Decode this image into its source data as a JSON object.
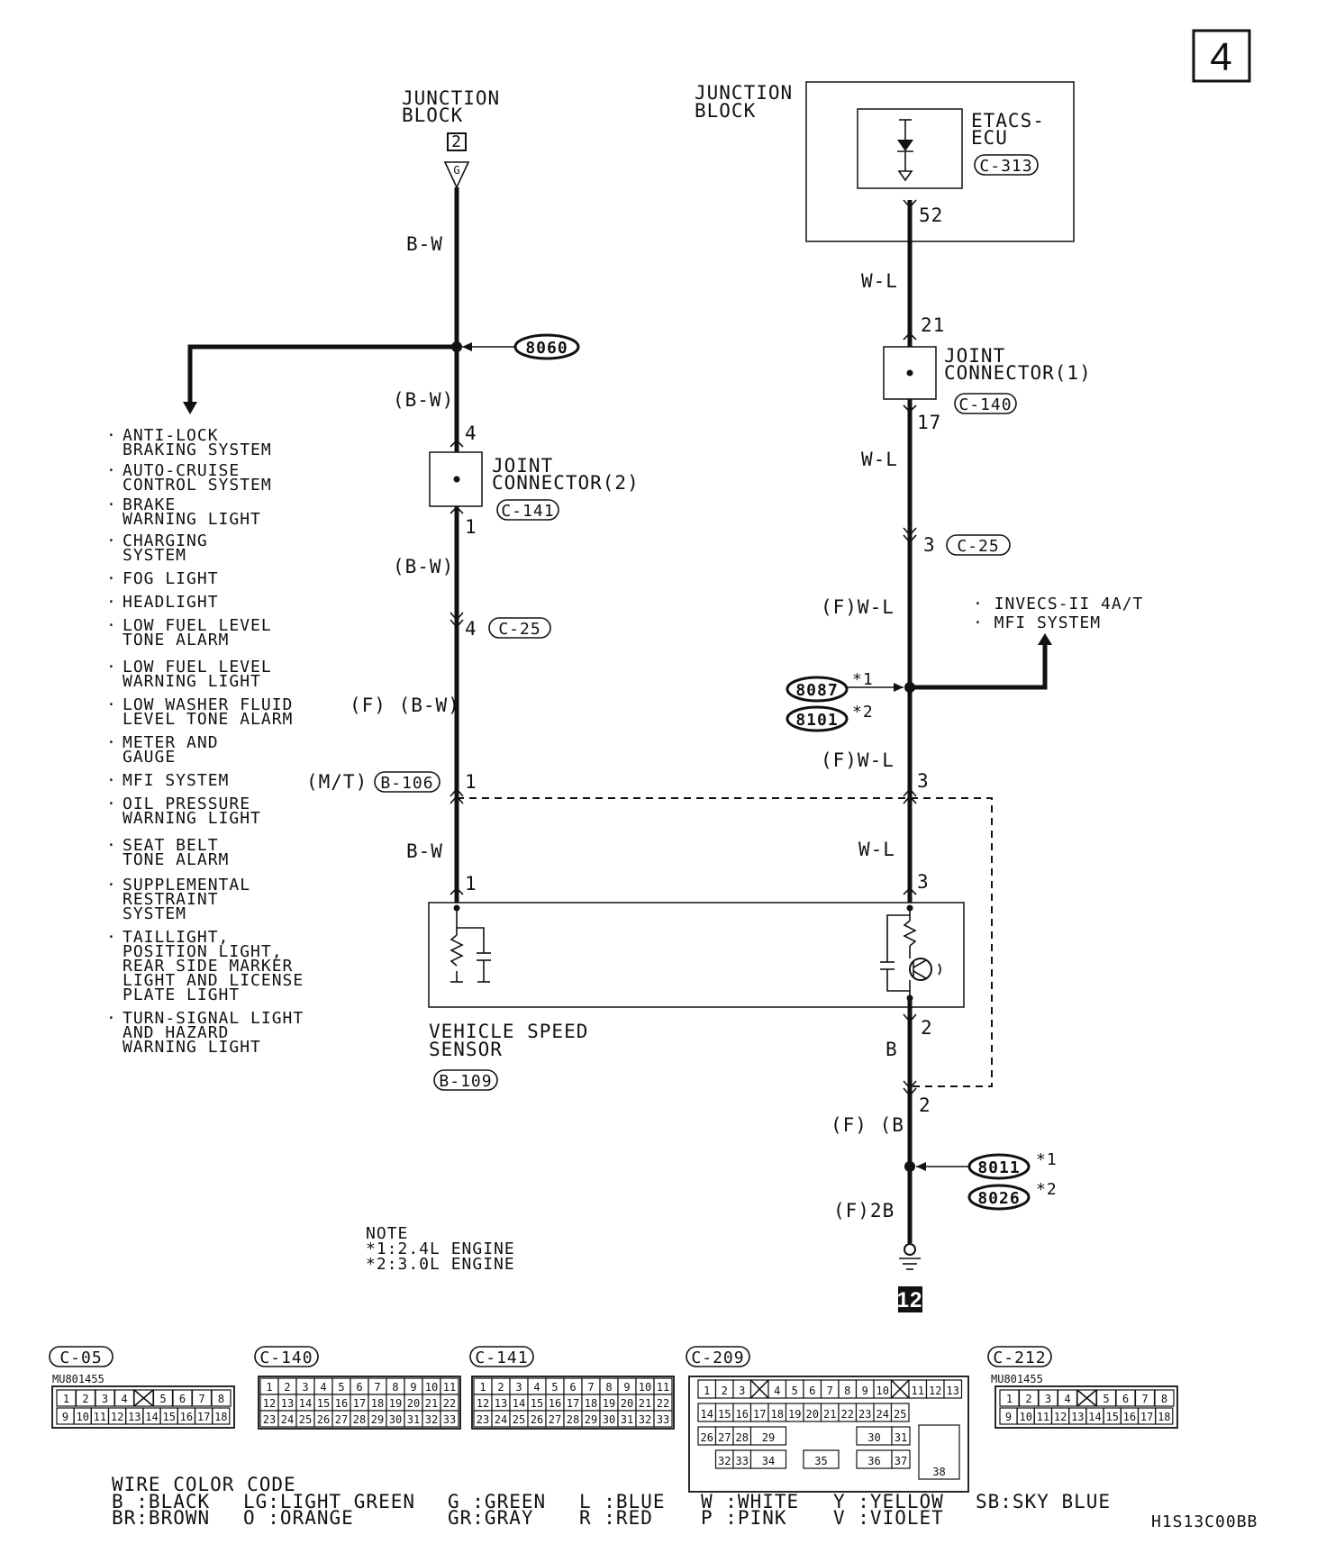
{
  "page_number": "4",
  "left_circuit": {
    "junction_block": [
      "JUNCTION",
      "BLOCK"
    ],
    "jb_connector": "2",
    "jb_terminal": "G",
    "wire_top": "B-W",
    "splice": "8060",
    "wire_after_splice": "(B-W)",
    "joint_pin_in": "4",
    "joint_label": [
      "JOINT",
      "CONNECTOR(2)"
    ],
    "joint_connector": "C-141",
    "joint_pin_out": "1",
    "wire_after_joint": "(B-W)",
    "c25_pin": "4",
    "c25_label": "C-25",
    "wire_f": "(F) (B-W)",
    "mt_label": "(M/T)",
    "b106_label": "B-106",
    "b106_pin": "1",
    "wire_bottom": "B-W",
    "sensor_pin": "1",
    "sensor_name": [
      "VEHICLE SPEED",
      "SENSOR"
    ],
    "sensor_connector": "B-109"
  },
  "systems_list": [
    [
      "ANTI-LOCK",
      "BRAKING SYSTEM"
    ],
    [
      "AUTO-CRUISE",
      "CONTROL SYSTEM"
    ],
    [
      "BRAKE",
      "WARNING LIGHT"
    ],
    [
      "CHARGING",
      "SYSTEM"
    ],
    [
      "FOG LIGHT"
    ],
    [
      "HEADLIGHT"
    ],
    [
      "LOW FUEL LEVEL",
      "TONE ALARM"
    ],
    [
      "LOW FUEL LEVEL",
      "WARNING LIGHT"
    ],
    [
      "LOW WASHER FLUID",
      "LEVEL TONE ALARM"
    ],
    [
      "METER AND",
      "GAUGE"
    ],
    [
      "MFI SYSTEM"
    ],
    [
      "OIL PRESSURE",
      "WARNING LIGHT"
    ],
    [
      "SEAT BELT",
      "TONE ALARM"
    ],
    [
      "SUPPLEMENTAL",
      "RESTRAINT",
      "SYSTEM"
    ],
    [
      "TAILLIGHT,",
      "POSITION LIGHT,",
      "REAR SIDE MARKER",
      "LIGHT AND LICENSE",
      "PLATE LIGHT"
    ],
    [
      "TURN-SIGNAL LIGHT",
      "AND HAZARD",
      "WARNING LIGHT"
    ]
  ],
  "right_circuit": {
    "junction_block": [
      "JUNCTION",
      "BLOCK"
    ],
    "ecu_name": [
      "ETACS-",
      "ECU"
    ],
    "ecu_connector": "C-313",
    "ecu_pin": "52",
    "wire1": "W-L",
    "joint_pin_in": "21",
    "joint_label": [
      "JOINT",
      "CONNECTOR(1)"
    ],
    "joint_connector": "C-140",
    "joint_pin_out": "17",
    "wire2": "W-L",
    "c25_pin": "3",
    "c25_label": "C-25",
    "wire3": "(F)W-L",
    "branch_systems": [
      "· INVECS-II 4A/T",
      "· MFI SYSTEM"
    ],
    "splice_a": "8087",
    "splice_a_note": "*1",
    "splice_b": "8101",
    "splice_b_note": "*2",
    "wire4": "(F)W-L",
    "conn_pin": "3",
    "wire5": "W-L",
    "sensor_pin_top": "3",
    "sensor_pin_bottom": "2",
    "wire6": "B",
    "conn_pin2": "2",
    "wire7": "(F) (B)",
    "ground_splice_a": "8011",
    "ground_splice_a_note": "*1",
    "ground_splice_b": "8026",
    "ground_splice_b_note": "*2",
    "wire8": "(F)2B",
    "ground_ref": "12"
  },
  "note": [
    "NOTE",
    "*1:2.4L ENGINE",
    "*2:3.0L ENGINE"
  ],
  "connectors": [
    {
      "label": "C-05",
      "part": "MU801455"
    },
    {
      "label": "C-140",
      "part": ""
    },
    {
      "label": "C-141",
      "part": ""
    },
    {
      "label": "C-209",
      "part": ""
    },
    {
      "label": "C-212",
      "part": "MU801455"
    }
  ],
  "connector_pins": {
    "c05_row1": [
      "1",
      "2",
      "3",
      "4",
      "",
      "5",
      "6",
      "7",
      "8"
    ],
    "c05_row2": [
      "9",
      "10",
      "11",
      "12",
      "13",
      "14",
      "15",
      "16",
      "17",
      "18"
    ],
    "c140_row1": [
      "1",
      "2",
      "3",
      "4",
      "5",
      "6",
      "7",
      "8",
      "9",
      "10",
      "11"
    ],
    "c140_row2": [
      "12",
      "13",
      "14",
      "15",
      "16",
      "17",
      "18",
      "19",
      "20",
      "21",
      "22"
    ],
    "c140_row3": [
      "23",
      "24",
      "25",
      "26",
      "27",
      "28",
      "29",
      "30",
      "31",
      "32",
      "33"
    ],
    "c209_row1": [
      "1",
      "2",
      "3",
      "",
      "4",
      "5",
      "6",
      "7",
      "8",
      "9",
      "10",
      "",
      "11",
      "12",
      "13"
    ],
    "c209_row2": [
      "14",
      "15",
      "16",
      "17",
      "18",
      "19",
      "20",
      "21",
      "22",
      "23",
      "24",
      "25"
    ],
    "c209_misc": [
      "26",
      "27",
      "28",
      "29",
      "30",
      "31",
      "38",
      "32",
      "33",
      "34",
      "35",
      "36",
      "37"
    ]
  },
  "wire_color_code": {
    "title": "WIRE COLOR CODE",
    "entries": [
      [
        "B :BLACK",
        "BR:BROWN"
      ],
      [
        "LG:LIGHT GREEN",
        "O :ORANGE"
      ],
      [
        "G :GREEN",
        "GR:GRAY"
      ],
      [
        "L :BLUE",
        "R :RED"
      ],
      [
        "W :WHITE",
        "P :PINK"
      ],
      [
        "Y :YELLOW",
        "V :VIOLET"
      ],
      [
        "SB:SKY BLUE"
      ]
    ]
  },
  "diagram_code": "H1S13C00BB"
}
